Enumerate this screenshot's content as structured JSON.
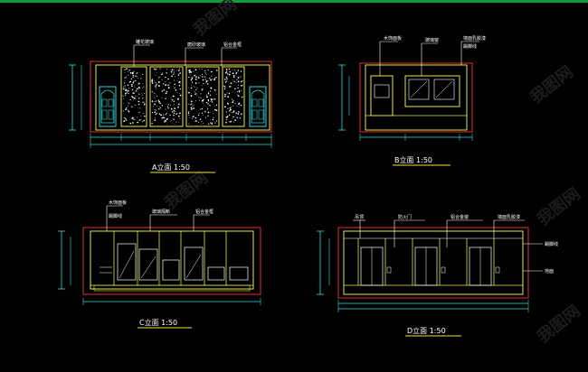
{
  "canvas": {
    "background": "#000000",
    "accent_bar": "#0a9d3a"
  },
  "colors": {
    "outline": "#e8e840",
    "frame_red": "#e03030",
    "dimension": "#26e0e0",
    "text": "#ffffff",
    "speckle": "#ffffff",
    "door": "#2fd6d6",
    "leader": "#ffffff"
  },
  "drawings": {
    "top_left": {
      "labels": [
        "雕花玻璃",
        "磨砂玻璃",
        "铝合金框"
      ],
      "title": "A立面 1:50",
      "scale": "1:50"
    },
    "top_right": {
      "labels": [
        "木饰面板",
        "玻璃窗",
        "墙面乳胶漆",
        "踢脚线"
      ],
      "title": "B立面 1:50",
      "scale": "1:50"
    },
    "bottom_left": {
      "labels": [
        "木饰面板",
        "玻璃隔断",
        "铝合金框",
        "踢脚线"
      ],
      "title": "C立面 1:50",
      "scale": "1:50"
    },
    "bottom_right": {
      "labels": [
        "吊顶",
        "防火门",
        "铝合金窗",
        "墙面乳胶漆",
        "踢脚线",
        "地面"
      ],
      "title": "D立面 1:50",
      "scale": "1:50"
    }
  },
  "watermark": {
    "text": "我图网"
  }
}
